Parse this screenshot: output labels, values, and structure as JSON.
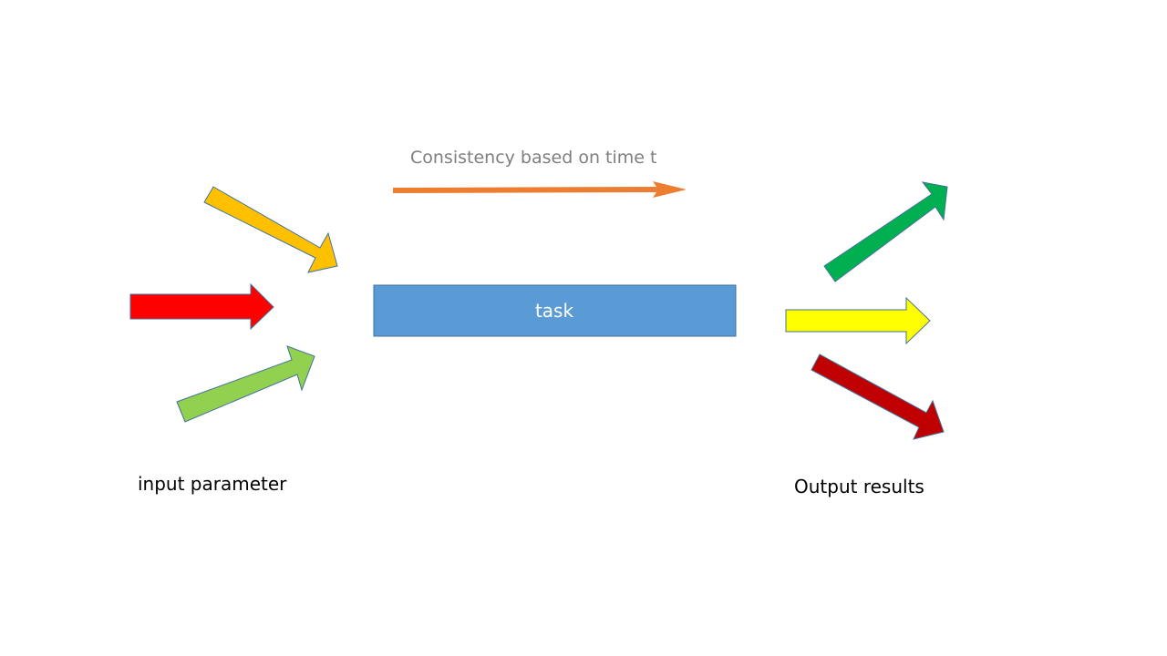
{
  "diagram": {
    "center_box": {
      "label": "task",
      "fill": "#5b9bd5",
      "text_color": "#ffffff"
    },
    "timeline": {
      "label": "Consistency based on time t",
      "arrow_color": "#ed7d31",
      "text_color": "#7f7f7f"
    },
    "inputs": {
      "label": "input parameter",
      "arrows": [
        {
          "name": "input-arrow-orange",
          "color": "#ffc000"
        },
        {
          "name": "input-arrow-red",
          "color": "#ff0000"
        },
        {
          "name": "input-arrow-green",
          "color": "#92d050"
        }
      ]
    },
    "outputs": {
      "label": "Output results",
      "arrows": [
        {
          "name": "output-arrow-green",
          "color": "#00b050"
        },
        {
          "name": "output-arrow-yellow",
          "color": "#ffff00"
        },
        {
          "name": "output-arrow-darkred",
          "color": "#c00000"
        }
      ]
    },
    "arrow_stroke": "#41719c"
  }
}
